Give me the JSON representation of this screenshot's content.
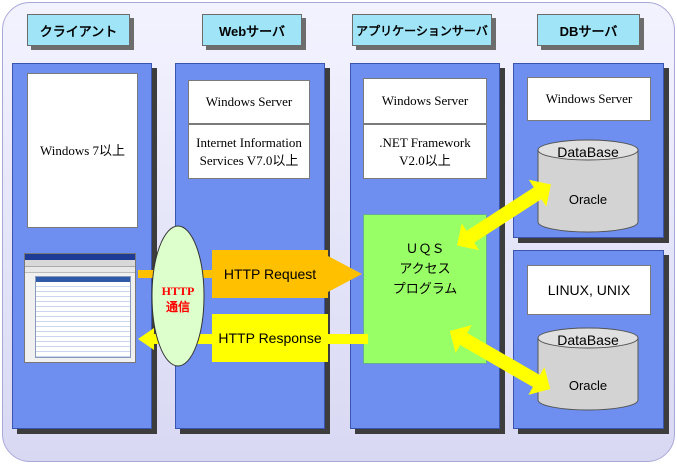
{
  "headers": {
    "client": "クライアント",
    "web": "Webサーバ",
    "app": "アプリケーションサーバ",
    "db": "DBサーバ"
  },
  "client": {
    "os": "Windows 7以上"
  },
  "web": {
    "os": "Windows Server",
    "iis_line1": "Internet Information",
    "iis_line2": "Services V7.0以上"
  },
  "app": {
    "os": "Windows Server",
    "fw_line1": ".NET Framework",
    "fw_line2": "V2.0以上",
    "uqs_line1": "ＵＱＳ",
    "uqs_line2": "アクセス",
    "uqs_line3": "プログラム"
  },
  "db1": {
    "os": "Windows Server",
    "db_label": "DataBase",
    "db_name": "Oracle"
  },
  "db2": {
    "os": "LINUX, UNIX",
    "db_label": "DataBase",
    "db_name": "Oracle"
  },
  "comm": {
    "line1": "HTTP",
    "line2": "通信"
  },
  "arrows": {
    "request": "HTTP Request",
    "response": "HTTP Response"
  },
  "colors": {
    "header": "#9fe4f7",
    "column": "#6e8ff0",
    "app_program": "#99ff66",
    "request_arrow": "#ffc000",
    "response_arrow": "#ffff00",
    "db_arrow": "#ffff00",
    "comm_ellipse": "#ddffcc",
    "comm_text": "#ff0000"
  }
}
